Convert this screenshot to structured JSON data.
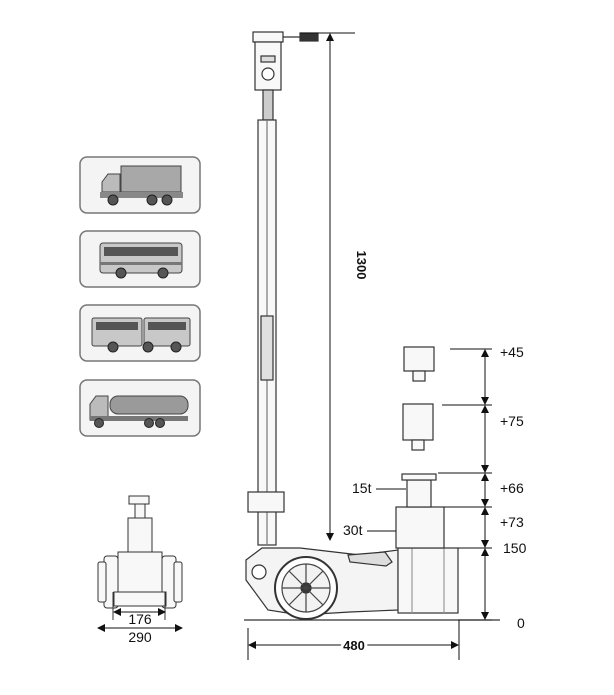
{
  "dimensions": {
    "height_total": "1300",
    "width_base": "480",
    "front_inner": "176",
    "front_outer": "290",
    "ram_small_label": "15t",
    "ram_large_label": "30t"
  },
  "height_steps": [
    "+45",
    "+75",
    "+66",
    "+73",
    "150",
    "0"
  ],
  "vehicles": [
    {
      "name": "truck",
      "icon": "truck-icon"
    },
    {
      "name": "bus",
      "icon": "bus-icon"
    },
    {
      "name": "articulated-bus",
      "icon": "articulated-bus-icon"
    },
    {
      "name": "tanker",
      "icon": "tanker-truck-icon"
    }
  ]
}
